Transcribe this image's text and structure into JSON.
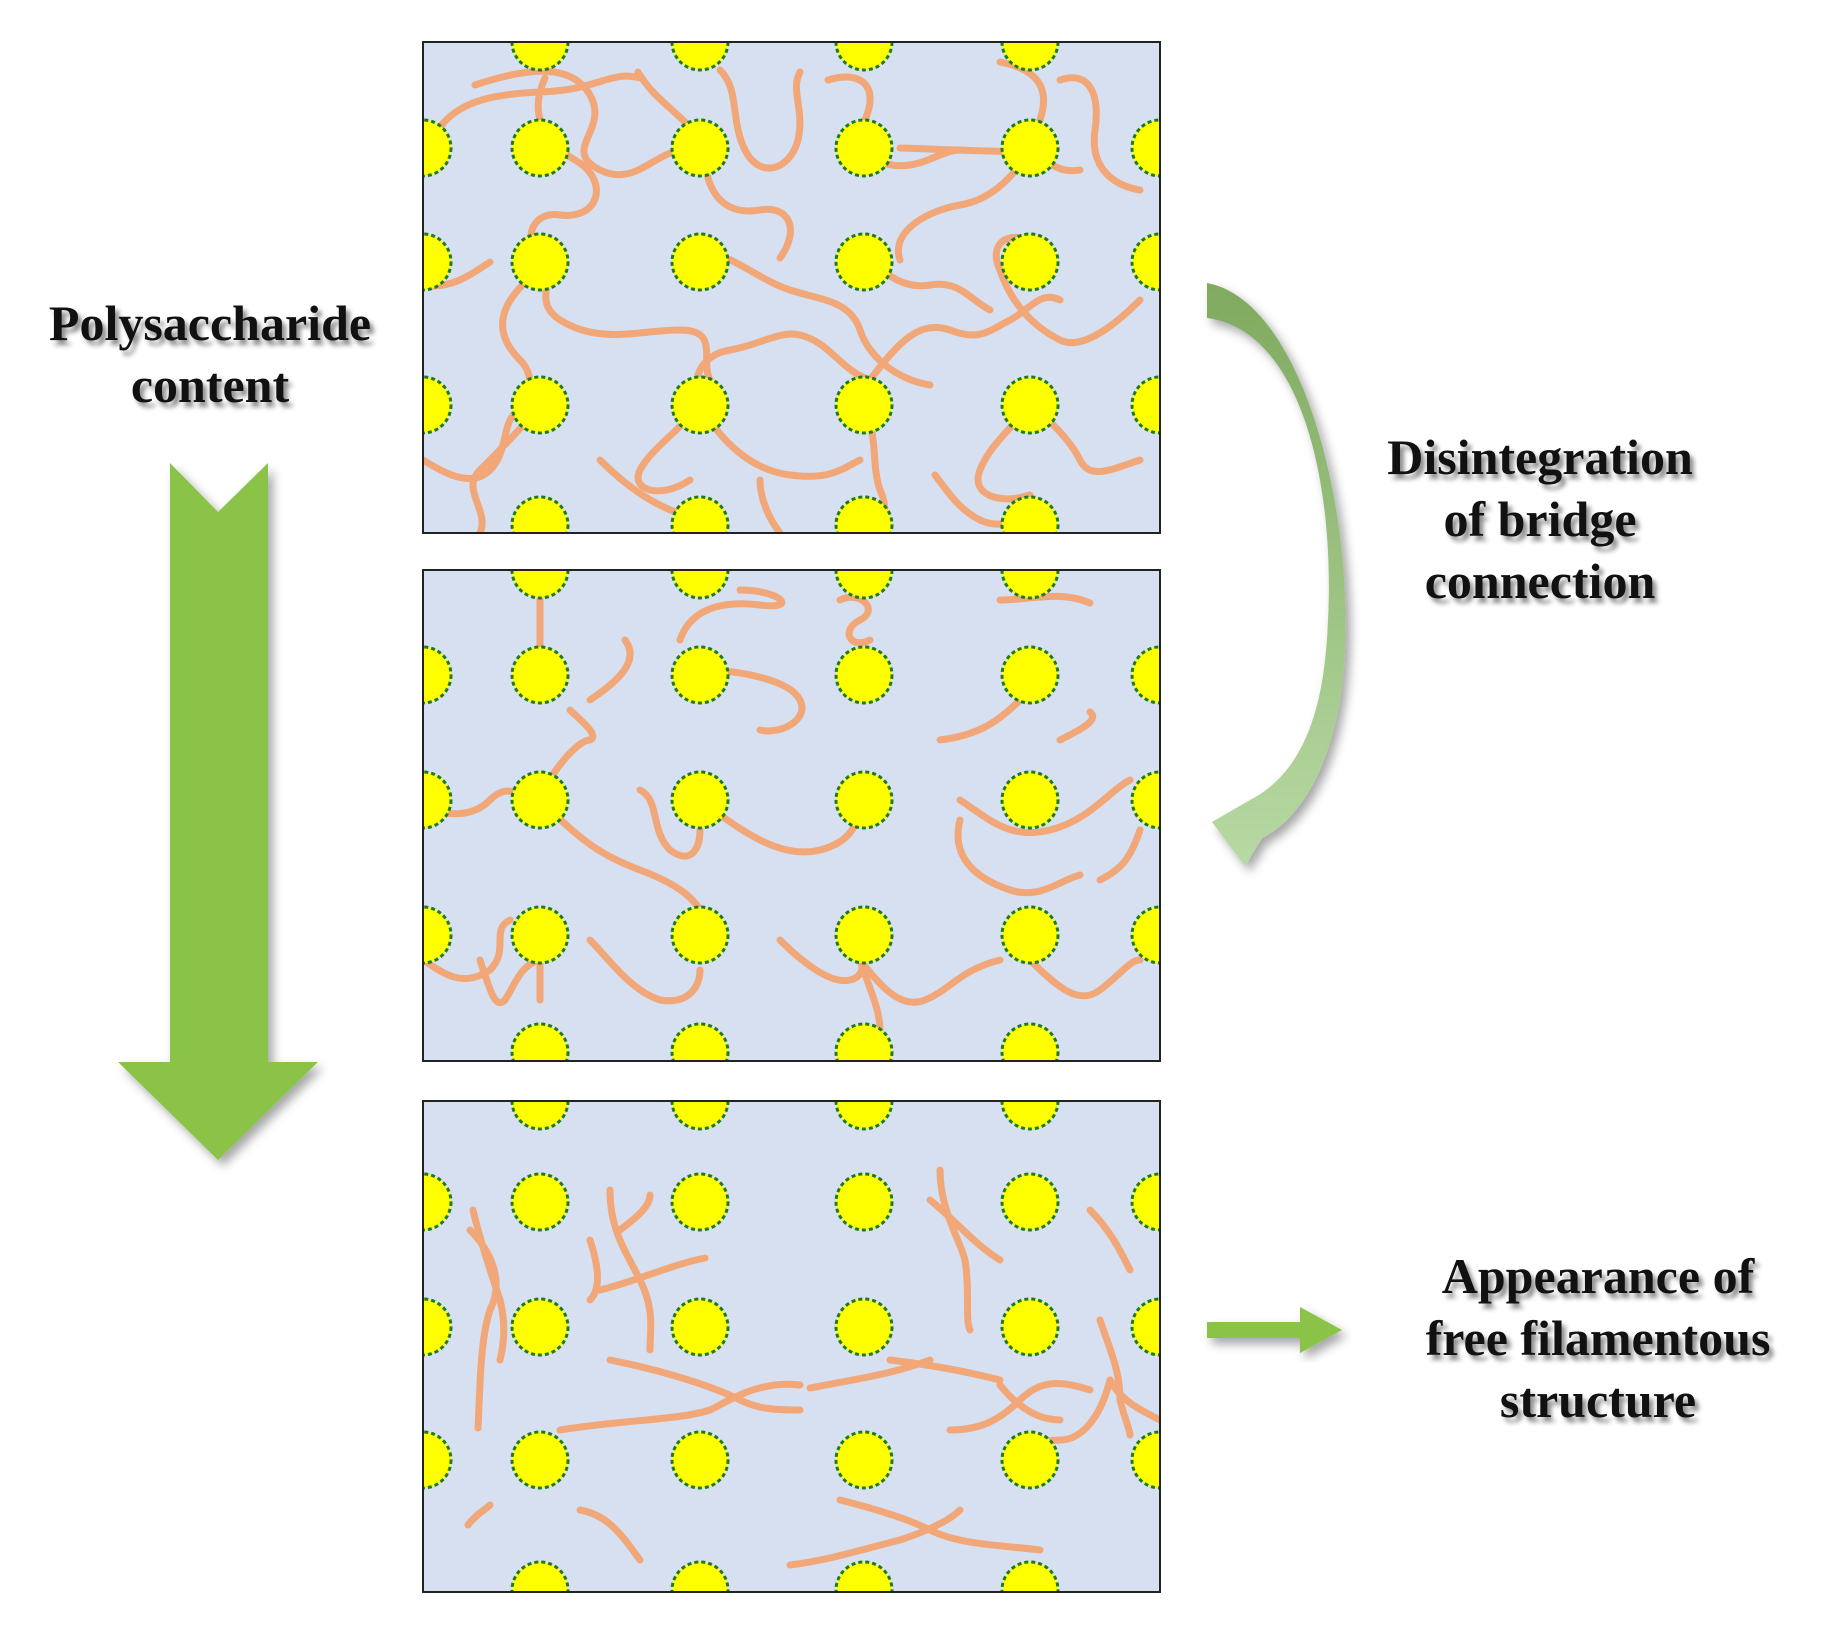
{
  "labels": {
    "left": [
      "Polysaccharide",
      "content"
    ],
    "top_right": [
      "Disintegration",
      "of bridge",
      "connection"
    ],
    "bottom_right": [
      "Appearance of",
      "free filamentous",
      "structure"
    ]
  },
  "colors": {
    "panel_fill": "#d6e0f0",
    "panel_border": "#222222",
    "particle_fill": "#ffff00",
    "particle_border": "#1f7a1f",
    "strand": "#f2a779",
    "arrow_green": "#8bc34a",
    "arrow_light_green": "#a5cd8c"
  },
  "panels": [
    {
      "id": "network-dense"
    },
    {
      "id": "network-partial"
    },
    {
      "id": "filaments-free"
    }
  ]
}
